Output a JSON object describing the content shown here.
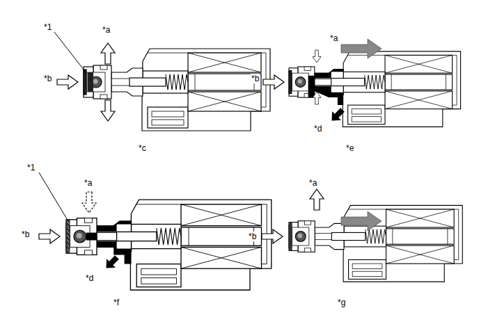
{
  "diagram": {
    "labels": [
      "*1",
      "*a",
      "*b",
      "*c",
      "*a",
      "*b",
      "*d",
      "*e",
      "*1",
      "*a",
      "*b",
      "*d",
      "*f",
      "*a",
      "*b",
      "*g"
    ]
  }
}
